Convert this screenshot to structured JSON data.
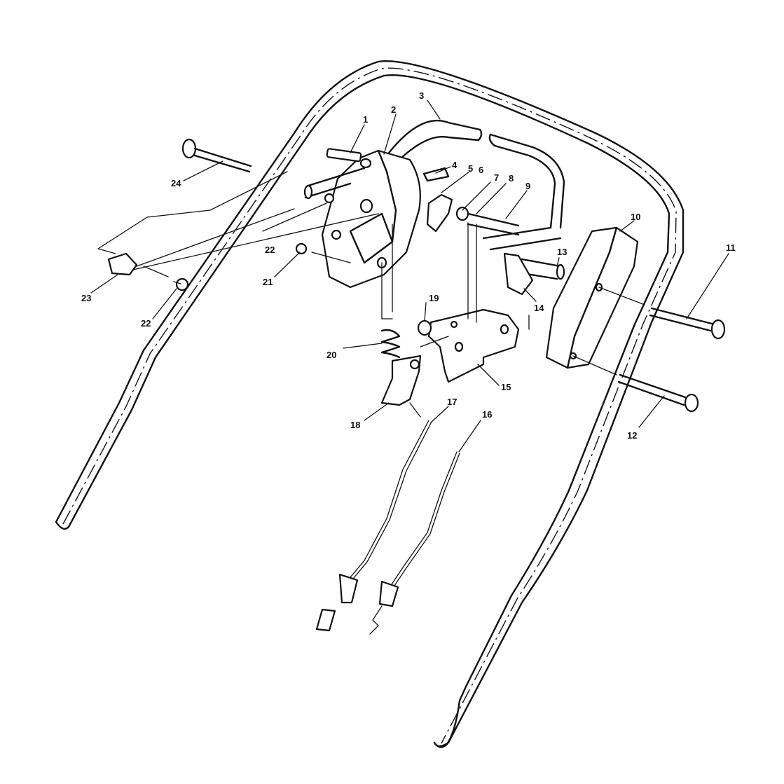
{
  "labels": {
    "p1": "1",
    "p2": "2",
    "p3": "3",
    "p4": "4",
    "p5": "5",
    "p6": "6",
    "p7": "7",
    "p8": "8",
    "p9": "9",
    "p10": "10",
    "p11": "11",
    "p12": "12",
    "p13": "13",
    "p14": "14",
    "p15": "15",
    "p16": "16",
    "p17": "17",
    "p18": "18",
    "p19": "19",
    "p20": "20",
    "p21": "21",
    "p22a": "22",
    "p22b": "22",
    "p23": "23",
    "p24": "24"
  }
}
